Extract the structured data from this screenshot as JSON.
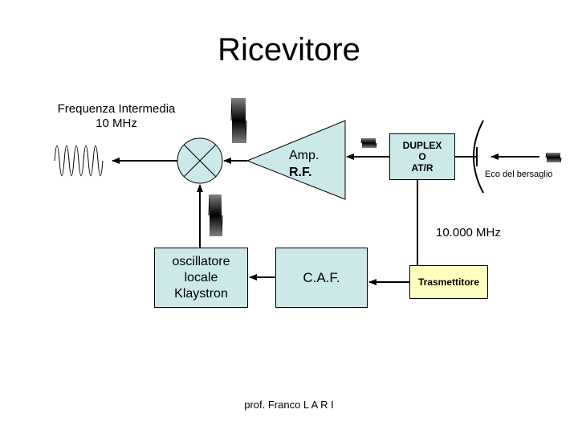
{
  "title": "Ricevitore",
  "if_label": "Frequenza Intermedia\n10 MHz",
  "amp": {
    "line1": "Amp.",
    "line2": "R.F."
  },
  "duplex": "DUPLEX\nO\nAT/R",
  "echo_label": "Eco del bersaglio",
  "frequency_label": "10.000 MHz",
  "oscillator": "oscillatore\nlocale\nKlaystron",
  "caf": "C.A.F.",
  "transmitter": "Trasmettitore",
  "footer": "prof.  Franco L A R I",
  "colors": {
    "block_fill": "#cce8e8",
    "transmitter_fill": "#ffffc0"
  },
  "icons": [
    "mixer-icon",
    "antenna-icon",
    "waveform-icon"
  ]
}
